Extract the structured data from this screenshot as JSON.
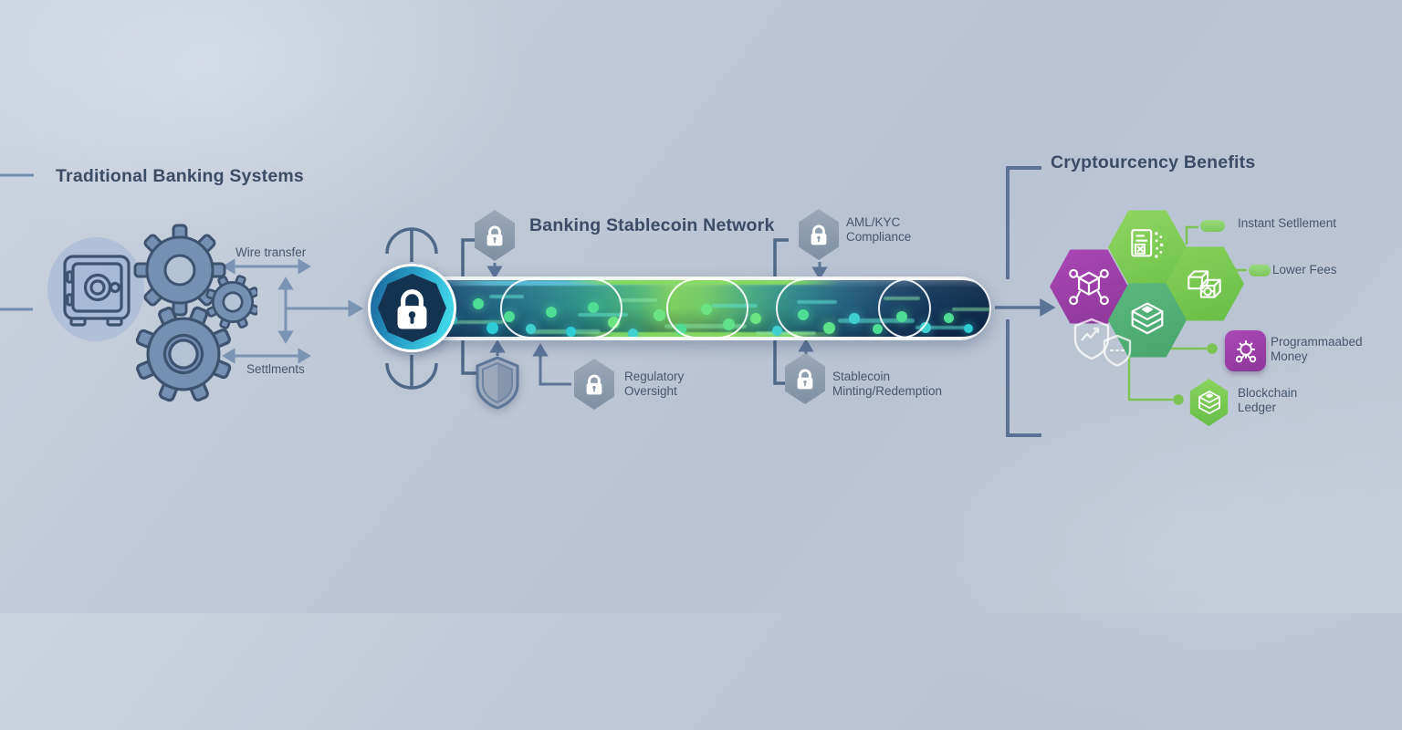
{
  "left_panel": {
    "title": "Traditional Banking Systems",
    "wire_transfer": "Wire transfer",
    "settlements": "Settlments"
  },
  "network": {
    "title": "Banking Stablecoin Network",
    "callout_aml": {
      "line1": "AML/KYC",
      "line2": "Compliance"
    },
    "callout_regulatory": {
      "line1": "Regulatory",
      "line2": "Oversight"
    },
    "callout_minting": {
      "line1": "Stablecoin",
      "line2": "Minting/Redemption"
    }
  },
  "benefits": {
    "title": "Cryptourcency Benefits",
    "instant_settlement": "Instant Setllement",
    "lower_fees": "Lower Fees",
    "programmable_money": {
      "line1": "Programmaabed",
      "line2": "Money"
    },
    "blockchain_ledger": {
      "line1": "Blockchain",
      "line2": "Ledger"
    }
  },
  "colors": {
    "text_dark": "#3a4c66",
    "label": "#45576f",
    "line_slate": "#7b94b3",
    "bracket_slate": "#4e6887",
    "connector_green": "#7cc353",
    "pipe_navy": "#16365a",
    "pipe_green": "#7ecf5f",
    "lock_ring_cyan": "#3fd4e6",
    "hex_gray": "#8d9cae",
    "benefit_green": "#7cc94f",
    "benefit_teal": "#4fae76",
    "benefit_purple": "#9c3fa6"
  },
  "icons": {
    "vault": "safe-box outline",
    "gears": "three interlocking gears",
    "lock": "padlock glyph",
    "shield": "security shield",
    "blockchain_node": "cube with network nodes",
    "smart_contract": "document with qr code",
    "blocks": "linked 3d blocks",
    "layer_stack": "stacked ledger layers",
    "gear_code": "gear with circuit nodes",
    "dual_shield": "two faint shields"
  }
}
